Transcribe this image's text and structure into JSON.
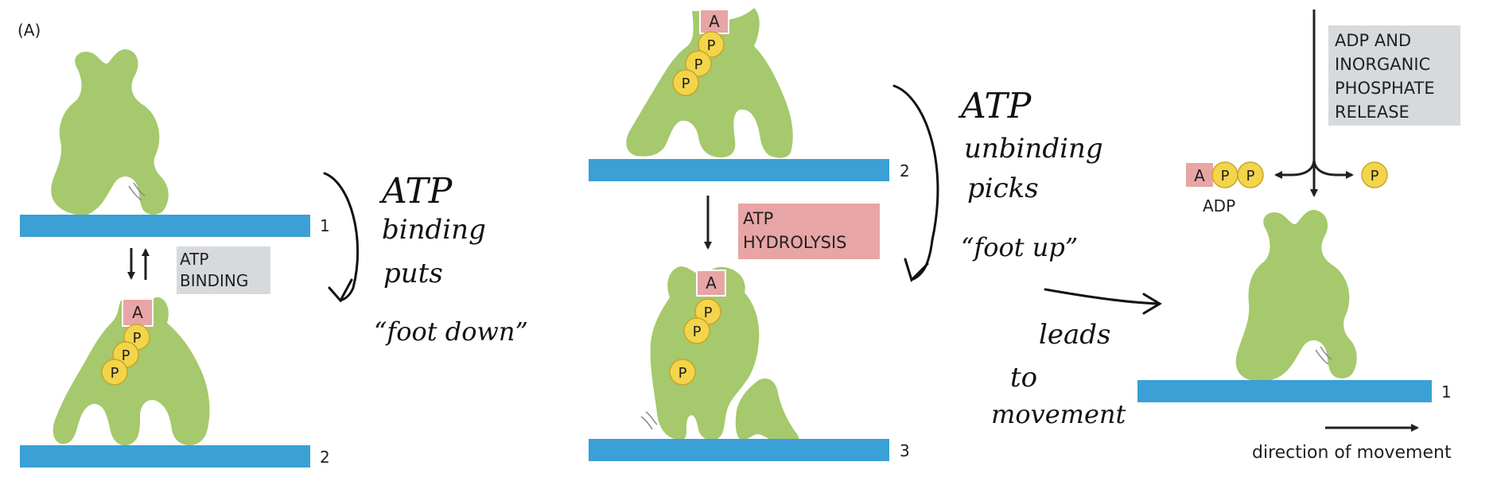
{
  "panel_label": "(A)",
  "colors": {
    "motor": "#a5c96c",
    "filament": "#3aa0d5",
    "atp_box": "#e8a5a5",
    "phosphate": "#f3d54b",
    "step_box_grey": "#d6dadd",
    "step_box_pink": "#e8a5a5"
  },
  "nucleotide": {
    "adenosine": "A",
    "phosphate": "P",
    "adp_label": "ADP"
  },
  "filaments": {
    "f1": "1",
    "f2": "2",
    "f3": "2",
    "f4": "3",
    "f5": "1"
  },
  "steps": {
    "atp_binding": [
      "ATP",
      "BINDING"
    ],
    "atp_hydrolysis": [
      "ATP",
      "HYDROLYSIS"
    ],
    "release": [
      "ADP AND",
      "INORGANIC",
      "PHOSPHATE",
      "RELEASE"
    ]
  },
  "handwritten": {
    "note1": [
      "ATP",
      "binding",
      "puts",
      "“foot down”"
    ],
    "note2": [
      "ATP",
      "unbinding",
      "picks",
      "“foot up”"
    ],
    "note3": [
      "leads",
      "to",
      "movement"
    ]
  },
  "direction_label": "direction of movement"
}
